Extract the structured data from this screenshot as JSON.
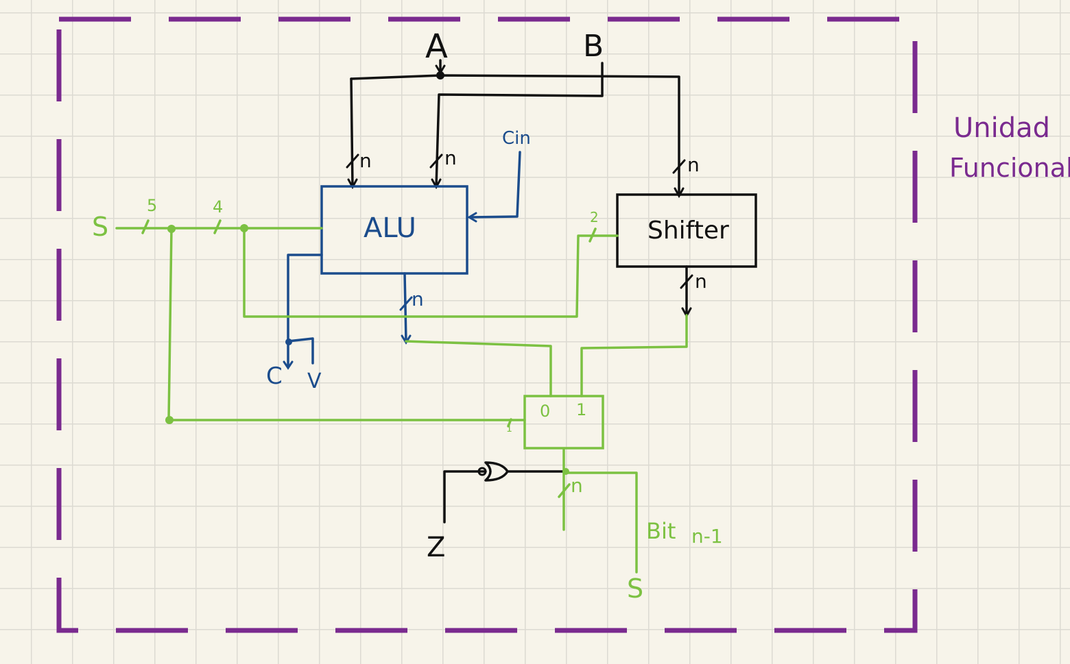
{
  "frame": {
    "title_line1": "Unidad",
    "title_line2": "Funcional"
  },
  "inputs": {
    "a": "A",
    "b": "B",
    "cin": "Cin",
    "select": "S",
    "select_lower": "S"
  },
  "blocks": {
    "alu": "ALU",
    "shifter": "Shifter",
    "mux_in0": "0",
    "mux_in1": "1"
  },
  "bus_labels": {
    "alu_a": "n",
    "alu_b": "n",
    "shifter_in": "n",
    "alu_out": "n",
    "shifter_out": "n",
    "mux_out": "n",
    "s_width": "5",
    "s_alu_width": "4",
    "s_shifter_width": "2",
    "s_mux_width": "1"
  },
  "outputs": {
    "carry": "C",
    "overflow": "V",
    "zero": "Z",
    "bit_label": "Bit",
    "bit_index": "n-1"
  },
  "colors": {
    "black": "#111111",
    "blue": "#1b4c8c",
    "green": "#7cc142",
    "purple": "#7a2a8f"
  }
}
